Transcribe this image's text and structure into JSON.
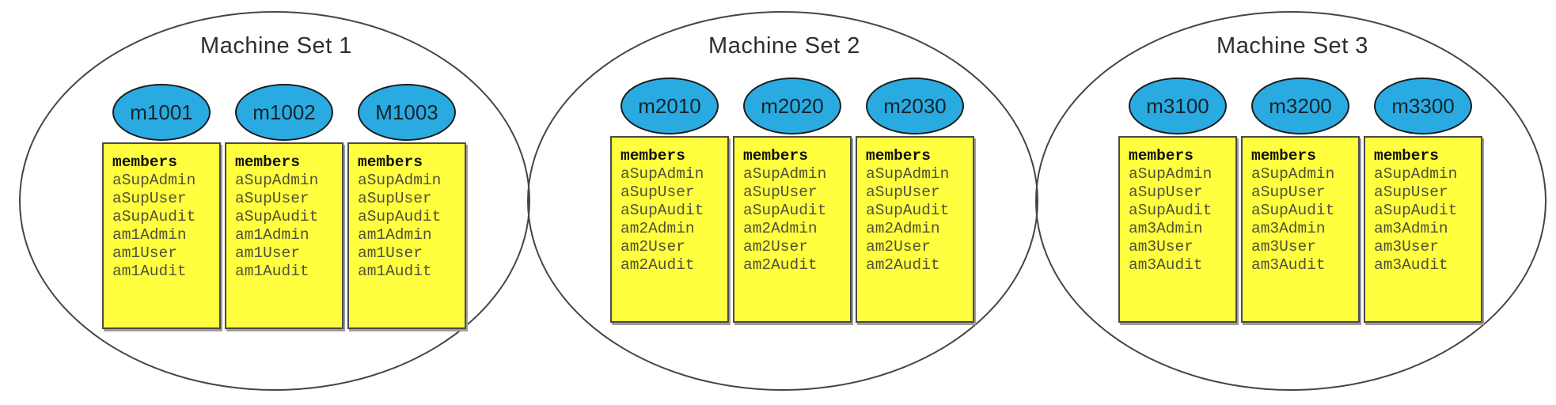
{
  "colors": {
    "node_fill": "#29ABE2",
    "members_box_fill": "#FFFF3F",
    "outline": "#454545",
    "member_text": "#50503a"
  },
  "sets": [
    {
      "title": "Machine Set 1",
      "machines": [
        {
          "name": "m1001",
          "members_label": "members",
          "members": [
            "aSupAdmin",
            "aSupUser",
            "aSupAudit",
            "am1Admin",
            "am1User",
            "am1Audit"
          ]
        },
        {
          "name": "m1002",
          "members_label": "members",
          "members": [
            "aSupAdmin",
            "aSupUser",
            "aSupAudit",
            "am1Admin",
            "am1User",
            "am1Audit"
          ]
        },
        {
          "name": "M1003",
          "members_label": "members",
          "members": [
            "aSupAdmin",
            "aSupUser",
            "aSupAudit",
            "am1Admin",
            "am1User",
            "am1Audit"
          ]
        }
      ]
    },
    {
      "title": "Machine Set 2",
      "machines": [
        {
          "name": "m2010",
          "members_label": "members",
          "members": [
            "aSupAdmin",
            "aSupUser",
            "aSupAudit",
            "am2Admin",
            "am2User",
            "am2Audit"
          ]
        },
        {
          "name": "m2020",
          "members_label": "members",
          "members": [
            "aSupAdmin",
            "aSupUser",
            "aSupAudit",
            "am2Admin",
            "am2User",
            "am2Audit"
          ]
        },
        {
          "name": "m2030",
          "members_label": "members",
          "members": [
            "aSupAdmin",
            "aSupUser",
            "aSupAudit",
            "am2Admin",
            "am2User",
            "am2Audit"
          ]
        }
      ]
    },
    {
      "title": "Machine Set 3",
      "machines": [
        {
          "name": "m3100",
          "members_label": "members",
          "members": [
            "aSupAdmin",
            "aSupUser",
            "aSupAudit",
            "am3Admin",
            "am3User",
            "am3Audit"
          ]
        },
        {
          "name": "m3200",
          "members_label": "members",
          "members": [
            "aSupAdmin",
            "aSupUser",
            "aSupAudit",
            "am3Admin",
            "am3User",
            "am3Audit"
          ]
        },
        {
          "name": "m3300",
          "members_label": "members",
          "members": [
            "aSupAdmin",
            "aSupUser",
            "aSupAudit",
            "am3Admin",
            "am3User",
            "am3Audit"
          ]
        }
      ]
    }
  ]
}
